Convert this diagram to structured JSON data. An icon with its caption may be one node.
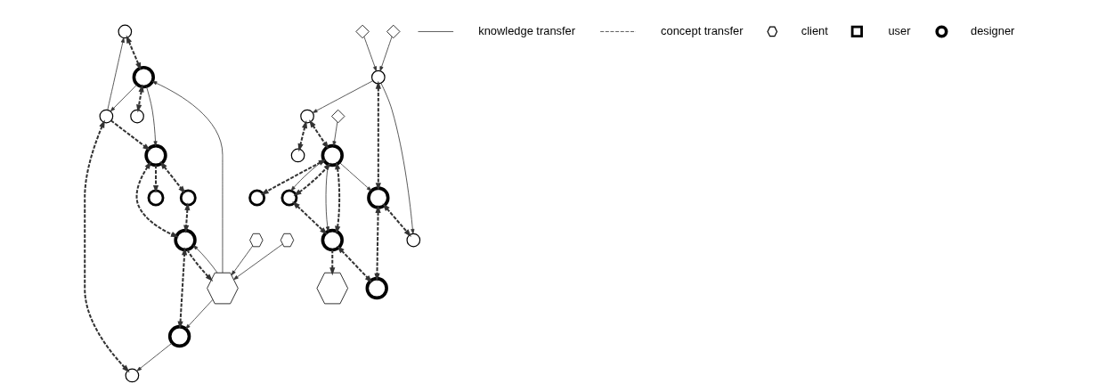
{
  "diagram": {
    "nodes": [
      {
        "text": [],
        "shape": "circle"
      },
      {
        "text": [],
        "shape": "circle"
      },
      {
        "text": [],
        "shape": "circle"
      },
      {
        "text": [],
        "shape": "circle"
      },
      {
        "text": [],
        "shape": "circle"
      },
      {
        "text": [],
        "shape": "circle"
      },
      {
        "text": [],
        "shape": "circle"
      },
      {
        "text": [],
        "shape": "circle"
      },
      {
        "text": [],
        "shape": "circle"
      },
      {
        "text": [],
        "shape": "circle"
      },
      {
        "text": [],
        "shape": "hexagon"
      },
      {
        "text": [],
        "shape": "hexagon"
      },
      {
        "text": [],
        "shape": "hexagon"
      },
      {
        "text": [],
        "shape": "diamond"
      },
      {
        "text": [],
        "shape": "diamond"
      },
      {
        "text": [],
        "shape": "diamond"
      },
      {
        "text": [],
        "shape": "circle"
      },
      {
        "text": [],
        "shape": "circle"
      },
      {
        "text": [],
        "shape": "circle"
      },
      {
        "text": [],
        "shape": "circle"
      },
      {
        "text": [],
        "shape": "circle"
      },
      {
        "text": [],
        "shape": "circle"
      },
      {
        "text": [],
        "shape": "circle"
      },
      {
        "text": [],
        "shape": "circle"
      },
      {
        "text": [],
        "shape": "circle"
      },
      {
        "text": [],
        "shape": "circle"
      },
      {
        "text": [],
        "shape": "hexagon"
      }
    ],
    "edges": [
      {
        "from": 4,
        "to": 0,
        "arrow": "to"
      },
      {
        "from": 4,
        "to": 1,
        "arrow": "to",
        "style": "dashed"
      },
      {
        "from": 0,
        "to": 5,
        "arrow": "both",
        "style": "dashed"
      },
      {
        "from": 1,
        "to": 2,
        "arrow": "to",
        "style": "dashed"
      },
      {
        "from": 1,
        "to": 3,
        "arrow": "both",
        "style": "dashed"
      },
      {
        "from": 1,
        "to": 6,
        "arrow": "both",
        "style": "dashed"
      },
      {
        "from": 5,
        "to": 1,
        "arrow": "to"
      },
      {
        "from": 3,
        "to": 6,
        "arrow": "both",
        "style": "dashed"
      },
      {
        "from": 5,
        "to": 4,
        "arrow": "to"
      },
      {
        "from": 5,
        "to": 7,
        "arrow": "both",
        "style": "dashed"
      },
      {
        "from": 4,
        "to": 9,
        "arrow": "both",
        "style": "dashed"
      },
      {
        "from": 8,
        "to": 9,
        "arrow": "to"
      },
      {
        "from": 8,
        "to": 6,
        "arrow": "both",
        "style": "dashed"
      },
      {
        "from": 6,
        "to": 10,
        "arrow": "to",
        "style": "dashed"
      },
      {
        "from": 10,
        "to": 8,
        "arrow": "to"
      },
      {
        "from": 10,
        "to": 5,
        "arrow": "to"
      },
      {
        "from": 10,
        "to": 6,
        "arrow": "to"
      },
      {
        "from": 11,
        "to": 10,
        "arrow": "to"
      },
      {
        "from": 12,
        "to": 10,
        "arrow": "to"
      },
      {
        "from": 13,
        "to": 16,
        "arrow": "to"
      },
      {
        "from": 14,
        "to": 16,
        "arrow": "to"
      },
      {
        "from": 15,
        "to": 17,
        "arrow": "to"
      },
      {
        "from": 17,
        "to": 18,
        "arrow": "both",
        "style": "dashed"
      },
      {
        "from": 17,
        "to": 19,
        "arrow": "to"
      },
      {
        "from": 19,
        "to": 17,
        "arrow": "both",
        "style": "dashed"
      },
      {
        "from": 16,
        "to": 21,
        "arrow": "both",
        "style": "dashed"
      },
      {
        "from": 20,
        "to": 17,
        "arrow": "both",
        "style": "dashed"
      },
      {
        "from": 17,
        "to": 21,
        "arrow": "to"
      },
      {
        "from": 17,
        "to": 22,
        "arrow": "to"
      },
      {
        "from": 17,
        "to": 22,
        "arrow": "both",
        "style": "dashed"
      },
      {
        "from": 19,
        "to": 22,
        "arrow": "both",
        "style": "dashed"
      },
      {
        "from": 16,
        "to": 20,
        "arrow": "to"
      },
      {
        "from": 16,
        "to": 25,
        "arrow": "to"
      },
      {
        "from": 20,
        "to": 23,
        "arrow": "both",
        "style": "dashed"
      },
      {
        "from": 21,
        "to": 24,
        "arrow": "both",
        "style": "dashed"
      },
      {
        "from": 22,
        "to": 24,
        "arrow": "both",
        "style": "dashed"
      },
      {
        "from": 21,
        "to": 25,
        "arrow": "both",
        "style": "dashed"
      },
      {
        "from": 22,
        "to": 26,
        "arrow": "to",
        "style": "dashed"
      }
    ],
    "legend": [
      {
        "text": "knowledge transfer"
      },
      {
        "text": "concept transfer"
      },
      {
        "text": "client"
      },
      {
        "text": "user"
      },
      {
        "text": "designer"
      }
    ]
  }
}
